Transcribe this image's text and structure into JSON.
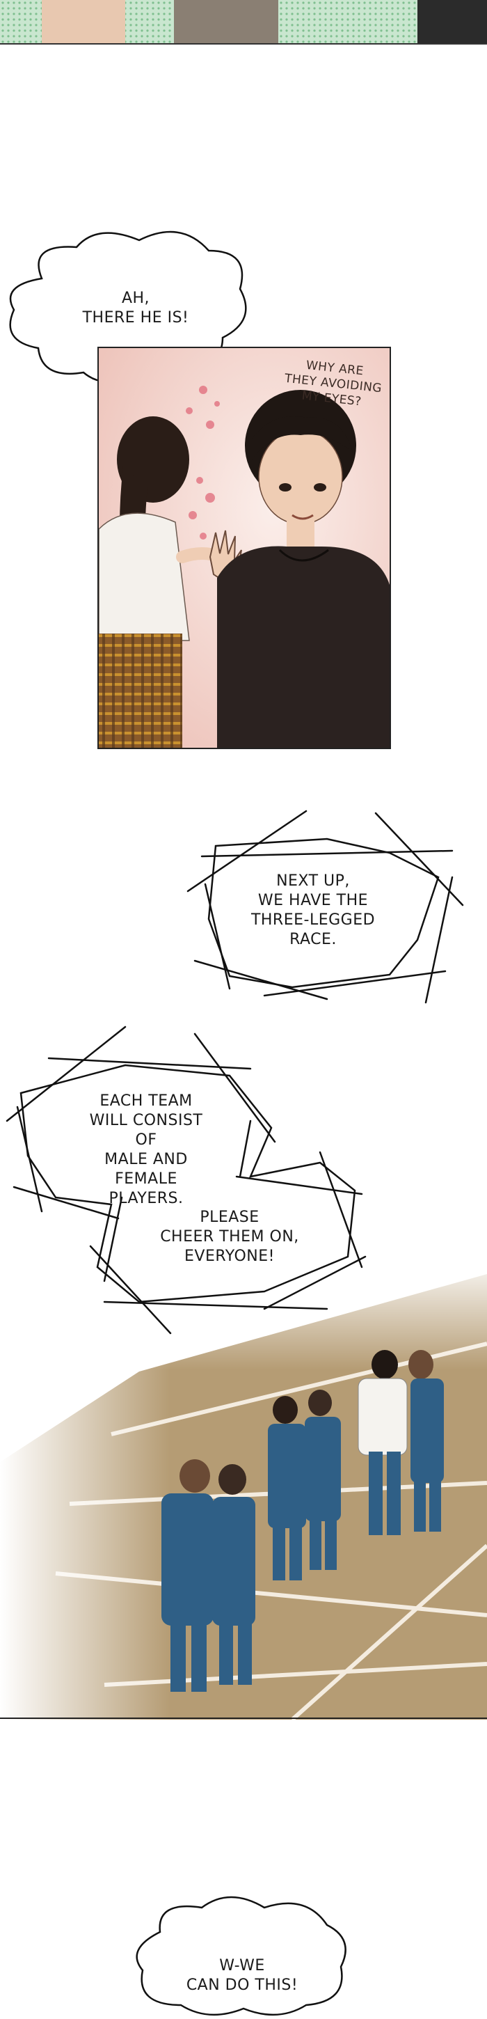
{
  "panels": {
    "bubble_ah": {
      "lines": [
        "AH,",
        "THERE HE IS!"
      ]
    },
    "panel_thought": {
      "lines": [
        "WHY ARE",
        "THEY AVOIDING",
        "MY EYES?"
      ]
    },
    "bubble_next": {
      "lines": [
        "NEXT UP,",
        "WE HAVE THE",
        "THREE-LEGGED",
        "RACE."
      ]
    },
    "bubble_team": {
      "lines": [
        "EACH TEAM",
        "WILL CONSIST OF",
        "MALE AND FEMALE",
        "PLAYERS."
      ]
    },
    "bubble_cheer": {
      "lines": [
        "PLEASE",
        "CHEER THEM ON,",
        "EVERYONE!"
      ]
    },
    "bubble_we": {
      "lines": [
        "W-WE",
        "CAN DO THIS!"
      ]
    }
  },
  "colors": {
    "uniform_blue": "#2f5f86",
    "skin": "#efcdb4",
    "hair_dark": "#2a1d17",
    "panel_pink": "#f3d8d1",
    "track_ground": "#b59c74",
    "green_top": "#4f9a68"
  }
}
